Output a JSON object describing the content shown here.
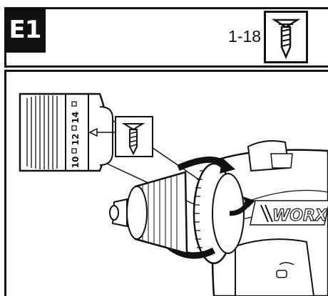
{
  "header": {
    "step_label": "E1",
    "torque_range": "1-18",
    "mode_icon": "screw-icon"
  },
  "dial": {
    "settings": [
      "10",
      "12",
      "14"
    ],
    "pointer_icon": "triangle-pointer-icon",
    "inset_icon": "screw-icon"
  },
  "brand": {
    "logo_text": "WORX"
  },
  "colors": {
    "ink": "#111111",
    "paper": "#ffffff"
  }
}
